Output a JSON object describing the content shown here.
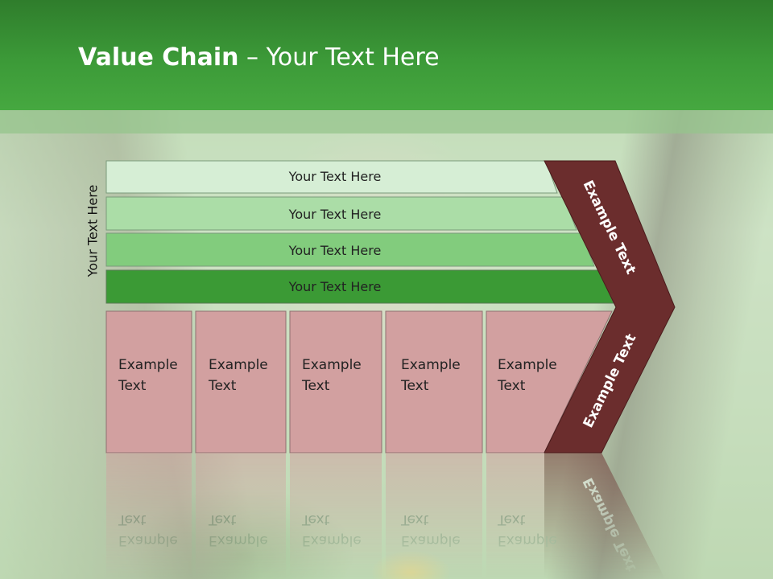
{
  "slide": {
    "title_bold": "Value Chain",
    "title_rest": " – Your Text Here",
    "side_label": "Your Text Here",
    "bars": [
      {
        "label": "Your Text Here"
      },
      {
        "label": "Your Text Here"
      },
      {
        "label": "Your Text Here"
      },
      {
        "label": "Your Text Here"
      }
    ],
    "boxes": [
      {
        "line1": "Example",
        "line2": "Text"
      },
      {
        "line1": "Example",
        "line2": "Text"
      },
      {
        "line1": "Example",
        "line2": "Text"
      },
      {
        "line1": "Example",
        "line2": "Text"
      },
      {
        "line1": "Example",
        "line2": "Text"
      }
    ],
    "chevron_top": "Example Text",
    "chevron_bottom": "Example Text"
  },
  "colors": {
    "header_green": "#3c9a38",
    "bar_1": "#d6eed5",
    "bar_2": "#abdda7",
    "bar_3": "#82cc7d",
    "bar_4": "#3b9a35",
    "box_fill": "#d2a0a0",
    "chevron": "#6b2d2d"
  }
}
